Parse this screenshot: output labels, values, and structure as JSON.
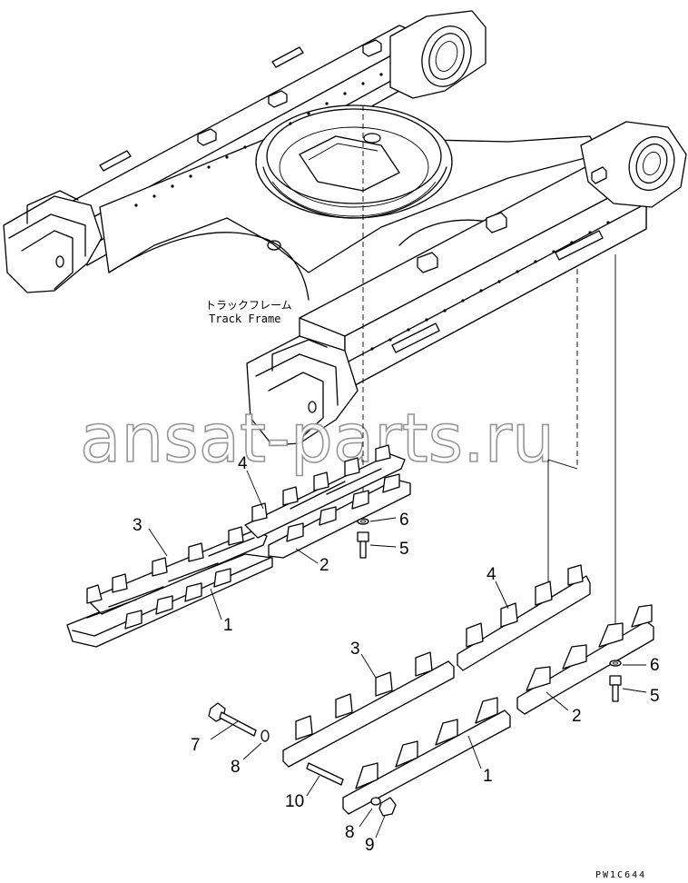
{
  "labels": {
    "frame_jp": "トラックフレーム",
    "frame_en": "Track Frame",
    "watermark": "ansat-parts.ru",
    "drawing_code": "PW1C644"
  },
  "callouts": [
    {
      "id": "c1a",
      "text": "1"
    },
    {
      "id": "c2a",
      "text": "2"
    },
    {
      "id": "c3a",
      "text": "3"
    },
    {
      "id": "c4a",
      "text": "4"
    },
    {
      "id": "c5a",
      "text": "5"
    },
    {
      "id": "c6a",
      "text": "6"
    },
    {
      "id": "c1b",
      "text": "1"
    },
    {
      "id": "c2b",
      "text": "2"
    },
    {
      "id": "c3b",
      "text": "3"
    },
    {
      "id": "c4b",
      "text": "4"
    },
    {
      "id": "c5b",
      "text": "5"
    },
    {
      "id": "c6b",
      "text": "6"
    },
    {
      "id": "c7",
      "text": "7"
    },
    {
      "id": "c8a",
      "text": "8"
    },
    {
      "id": "c8b",
      "text": "8"
    },
    {
      "id": "c9",
      "text": "9"
    },
    {
      "id": "c10",
      "text": "10"
    }
  ]
}
